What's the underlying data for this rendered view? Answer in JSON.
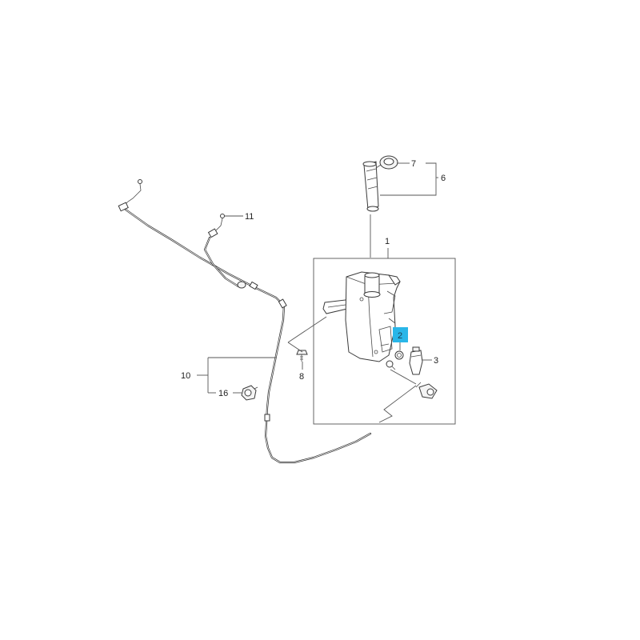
{
  "diagram": {
    "highlight_color": "#29b6e8",
    "line_color": "#3a3a3a",
    "callouts": {
      "c1": "1",
      "c2": "2",
      "c3": "3",
      "c6": "6",
      "c7": "7",
      "c8": "8",
      "c10": "10",
      "c11": "11",
      "c16": "16"
    },
    "highlighted_callout": "2"
  }
}
